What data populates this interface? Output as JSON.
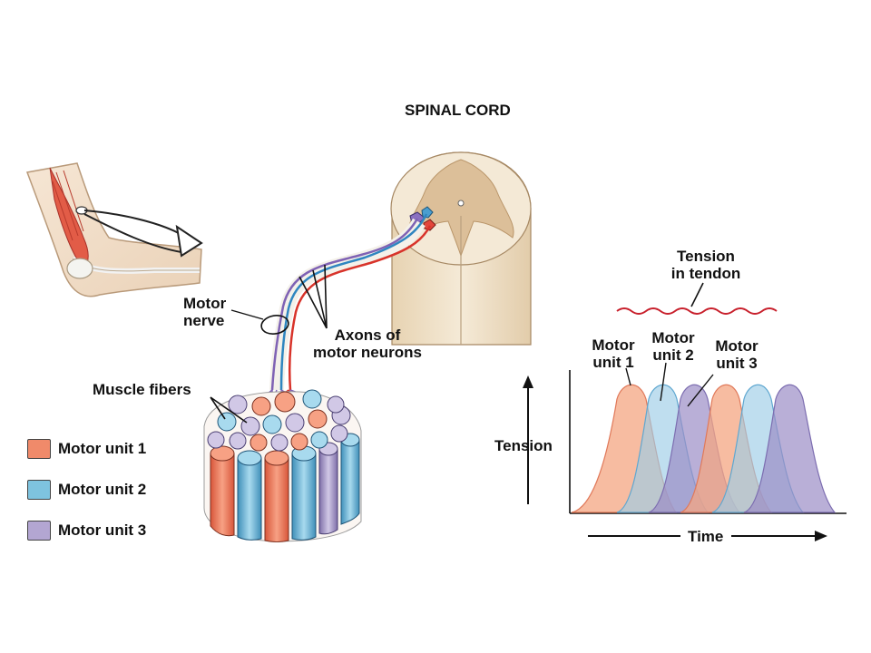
{
  "labels": {
    "spinal_cord": "SPINAL CORD",
    "tension_in_tendon_line1": "Tension",
    "tension_in_tendon_line2": "in tendon",
    "motor_nerve_line1": "Motor",
    "motor_nerve_line2": "nerve",
    "axons_line1": "Axons of",
    "axons_line2": "motor neurons",
    "muscle_fibers": "Muscle fibers"
  },
  "legend": [
    {
      "label": "Motor unit 1",
      "color": "#f08a6a"
    },
    {
      "label": "Motor unit 2",
      "color": "#7ec3df"
    },
    {
      "label": "Motor unit 3",
      "color": "#b3a6d2"
    }
  ],
  "graph": {
    "y_axis_label": "Tension",
    "x_axis_label": "Time",
    "peak_labels": [
      {
        "line1": "Motor",
        "line2": "unit 1"
      },
      {
        "line1": "Motor",
        "line2": "unit 2"
      },
      {
        "line1": "Motor",
        "line2": "unit 3"
      }
    ]
  },
  "colors": {
    "unit1": "#f08a6a",
    "unit2": "#7ec3df",
    "unit3": "#b3a6d2",
    "spinal_white_matter": "#f3e7d2",
    "spinal_gray_matter": "#dcc09a",
    "tendon_wave": "#c8202c"
  }
}
